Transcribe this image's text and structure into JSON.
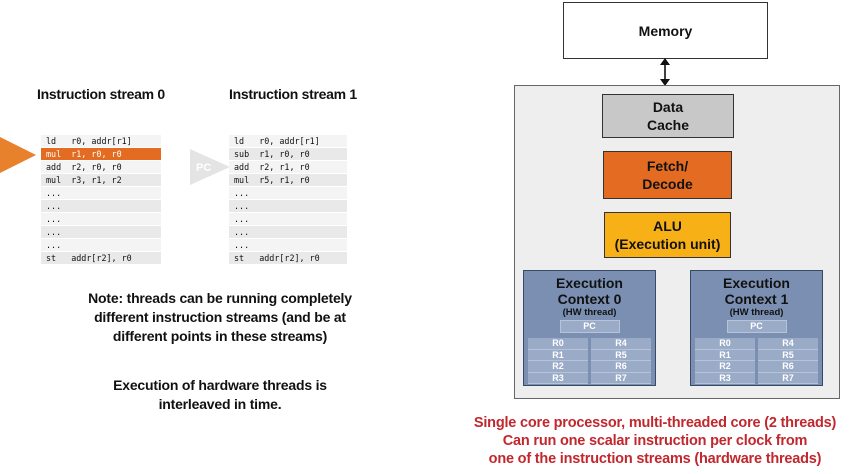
{
  "streams": [
    {
      "title": "Instruction stream 0",
      "lines": [
        "ld   r0, addr[r1]",
        "mul  r1, r0, r0",
        "add  r2, r0, r0",
        "mul  r3, r1, r2",
        "...",
        "...",
        "...",
        "...",
        "...",
        "st   addr[r2], r0"
      ],
      "active_index": 1
    },
    {
      "title": "Instruction stream 1",
      "lines": [
        "ld   r0, addr[r1]",
        "sub  r1, r0, r0",
        "add  r2, r1, r0",
        "mul  r5, r1, r0",
        "...",
        "...",
        "...",
        "...",
        "...",
        "st   addr[r2], r0"
      ],
      "active_index": -1
    }
  ],
  "pc_marker_label": "PC",
  "notes": {
    "note1": [
      "Note: threads can be running completely",
      "different instruction streams (and be at",
      "different points in these streams)"
    ],
    "note2": [
      "Execution of hardware threads is",
      "interleaved in time."
    ]
  },
  "diagram": {
    "memory_label": "Memory",
    "data_cache": [
      "Data",
      "Cache"
    ],
    "fetch_decode": [
      "Fetch/",
      "Decode"
    ],
    "alu": [
      "ALU",
      "(Execution unit)"
    ],
    "contexts": [
      {
        "title": [
          "Execution",
          "Context 0"
        ],
        "sub": "(HW thread)",
        "pc": "PC",
        "regs_left": [
          "R0",
          "R1",
          "R2",
          "R3"
        ],
        "regs_right": [
          "R4",
          "R5",
          "R6",
          "R7"
        ]
      },
      {
        "title": [
          "Execution",
          "Context 1"
        ],
        "sub": "(HW thread)",
        "pc": "PC",
        "regs_left": [
          "R0",
          "R1",
          "R2",
          "R3"
        ],
        "regs_right": [
          "R4",
          "R5",
          "R6",
          "R7"
        ]
      }
    ]
  },
  "caption": [
    "Single core processor, multi-threaded core (2 threads)",
    "Can run one scalar instruction per clock from",
    "one of the instruction streams (hardware threads)"
  ],
  "colors": {
    "accent_orange": "#e36c22",
    "alu_yellow": "#f7b117",
    "context_blue": "#7a8fb2",
    "caption_red": "#c1272d"
  }
}
